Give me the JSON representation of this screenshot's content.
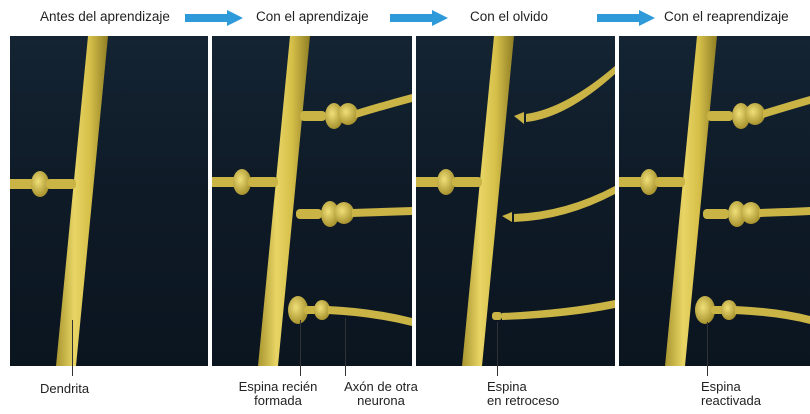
{
  "header": {
    "stage1": "Antes del aprendizaje",
    "stage2": "Con el aprendizaje",
    "stage3": "Con el olvido",
    "stage4": "Con el reaprendizaje"
  },
  "labels": {
    "dendrite": "Dendrita",
    "new_spine": [
      "Espina recién",
      "formada"
    ],
    "axon": [
      "Axón de otra",
      "neurona"
    ],
    "retracting_spine": [
      "Espina",
      "en retroceso"
    ],
    "reactivated_spine": [
      "Espina",
      "reactivada"
    ]
  },
  "colors": {
    "background": "#0f1b27",
    "dendrite": "#d8c24e",
    "dendrite_shadow": "#9c8a2a",
    "arrow": "#2e9ad9"
  }
}
